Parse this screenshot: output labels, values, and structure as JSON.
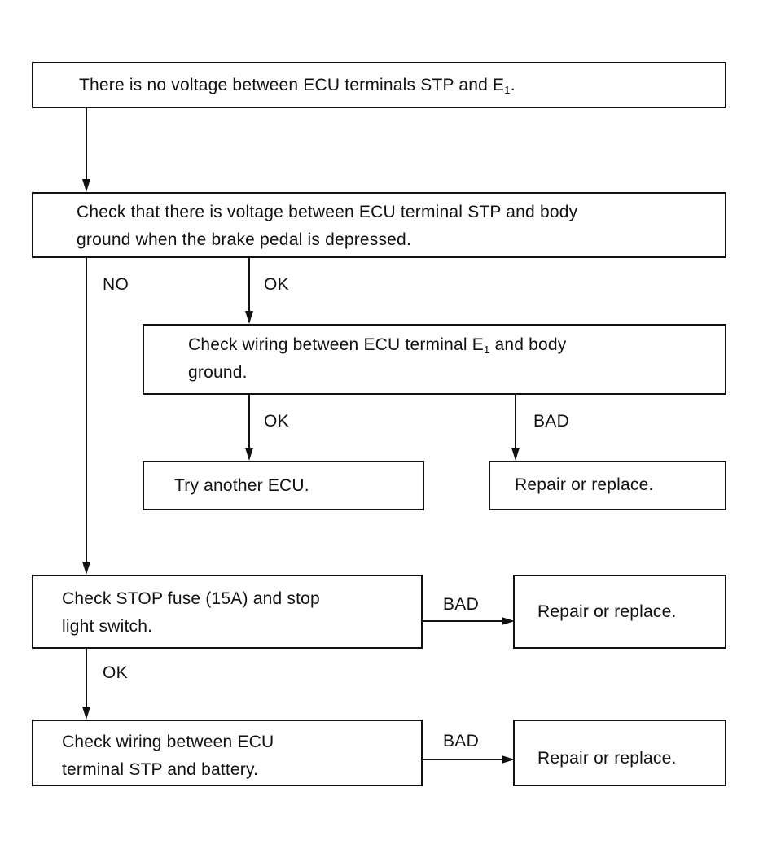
{
  "boxes": {
    "start": {
      "text_before_sub": "There is no voltage between ECU terminals STP and E",
      "sub": "1",
      "text_after_sub": "."
    },
    "check_voltage": {
      "line1": "Check that there is voltage between ECU terminal STP and body",
      "line2": "ground when the brake pedal is depressed."
    },
    "check_wiring_e1": {
      "line1_before_sub": "Check wiring between ECU terminal E",
      "sub": "1",
      "line1_after_sub": " and body",
      "line2": "ground."
    },
    "try_ecu": {
      "text": "Try another ECU."
    },
    "repair1": {
      "text": "Repair or replace."
    },
    "check_fuse": {
      "line1": "Check STOP fuse (15A) and stop",
      "line2": "light switch."
    },
    "repair2": {
      "text": "Repair or replace."
    },
    "check_wiring_battery": {
      "line1": "Check wiring between ECU",
      "line2": "terminal STP and battery."
    },
    "repair3": {
      "text": "Repair or replace."
    }
  },
  "labels": {
    "no": "NO",
    "ok1": "OK",
    "ok2": "OK",
    "bad1": "BAD",
    "bad2": "BAD",
    "ok3": "OK",
    "bad3": "BAD"
  }
}
